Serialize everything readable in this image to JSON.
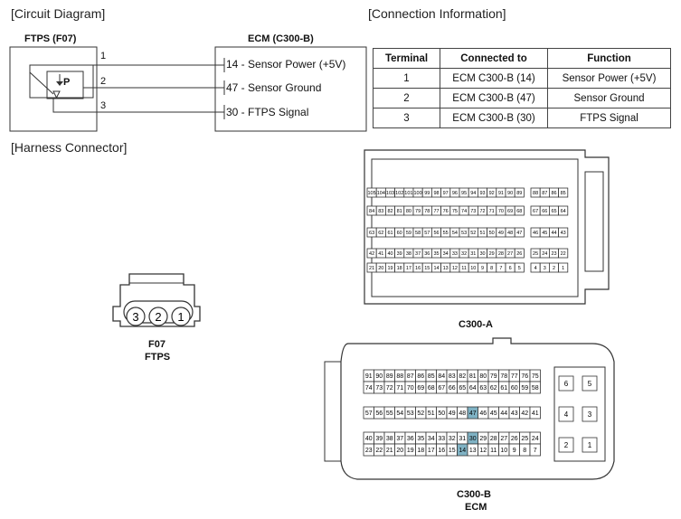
{
  "sections": {
    "circuit": "[Circuit Diagram]",
    "connection": "[Connection Information]",
    "harness": "[Harness Connector]"
  },
  "circuit": {
    "sensor_label": "FTPS (F07)",
    "ecm_label": "ECM (C300-B)",
    "sensor_symbol": "P",
    "wires": [
      {
        "pin": "1",
        "ecm": "14 - Sensor Power (+5V)"
      },
      {
        "pin": "2",
        "ecm": "47 - Sensor Ground"
      },
      {
        "pin": "3",
        "ecm": "30 - FTPS Signal"
      }
    ]
  },
  "table": {
    "headers": [
      "Terminal",
      "Connected to",
      "Function"
    ],
    "rows": [
      [
        "1",
        "ECM C300-B (14)",
        "Sensor Power (+5V)"
      ],
      [
        "2",
        "ECM C300-B (47)",
        "Sensor Ground"
      ],
      [
        "3",
        "ECM C300-B (30)",
        "FTPS Signal"
      ]
    ]
  },
  "connectors": {
    "f07": {
      "name": "F07",
      "sub": "FTPS",
      "pins": [
        "3",
        "2",
        "1"
      ]
    },
    "c300a": {
      "name": "C300-A",
      "rows": [
        [
          "105",
          "104",
          "103",
          "102",
          "101",
          "100",
          "99",
          "98",
          "97",
          "96",
          "95",
          "94",
          "93",
          "92",
          "91",
          "90",
          "89"
        ],
        [
          "84",
          "83",
          "82",
          "81",
          "80",
          "79",
          "78",
          "77",
          "76",
          "75",
          "74",
          "73",
          "72",
          "71",
          "70",
          "69",
          "68"
        ],
        [
          "63",
          "62",
          "61",
          "60",
          "59",
          "58",
          "57",
          "56",
          "55",
          "54",
          "53",
          "52",
          "51",
          "50",
          "49",
          "48",
          "47"
        ],
        [
          "42",
          "41",
          "40",
          "39",
          "38",
          "37",
          "36",
          "35",
          "34",
          "33",
          "32",
          "31",
          "30",
          "29",
          "28",
          "27",
          "26"
        ],
        [
          "21",
          "20",
          "19",
          "18",
          "17",
          "16",
          "15",
          "14",
          "13",
          "12",
          "11",
          "10",
          "9",
          "8",
          "7",
          "6",
          "5"
        ]
      ],
      "side_rows": [
        [
          "88",
          "87",
          "86",
          "85"
        ],
        [
          "67",
          "66",
          "65",
          "64"
        ],
        [
          "46",
          "45",
          "44",
          "43"
        ],
        [
          "25",
          "24",
          "23",
          "22"
        ],
        [
          "4",
          "3",
          "2",
          "1"
        ]
      ]
    },
    "c300b": {
      "name": "C300-B",
      "sub": "ECM",
      "highlight_color": "#7fb2c4",
      "highlight": [
        "47",
        "30",
        "14"
      ],
      "rows": [
        [
          "91",
          "90",
          "89",
          "88",
          "87",
          "86",
          "85",
          "84",
          "83",
          "82",
          "81",
          "80",
          "79",
          "78",
          "77",
          "76",
          "75"
        ],
        [
          "74",
          "73",
          "72",
          "71",
          "70",
          "69",
          "68",
          "67",
          "66",
          "65",
          "64",
          "63",
          "62",
          "61",
          "60",
          "59",
          "58"
        ],
        [
          "57",
          "56",
          "55",
          "54",
          "53",
          "52",
          "51",
          "50",
          "49",
          "48",
          "47",
          "46",
          "45",
          "44",
          "43",
          "42",
          "41"
        ],
        [
          "40",
          "39",
          "38",
          "37",
          "36",
          "35",
          "34",
          "33",
          "32",
          "31",
          "30",
          "29",
          "28",
          "27",
          "26",
          "25",
          "24"
        ],
        [
          "23",
          "22",
          "21",
          "20",
          "19",
          "18",
          "17",
          "16",
          "15",
          "14",
          "13",
          "12",
          "11",
          "10",
          "9",
          "8",
          "7"
        ]
      ],
      "side_pins": [
        [
          "6",
          "5"
        ],
        [
          "4",
          "3"
        ],
        [
          "2",
          "1"
        ]
      ]
    }
  }
}
